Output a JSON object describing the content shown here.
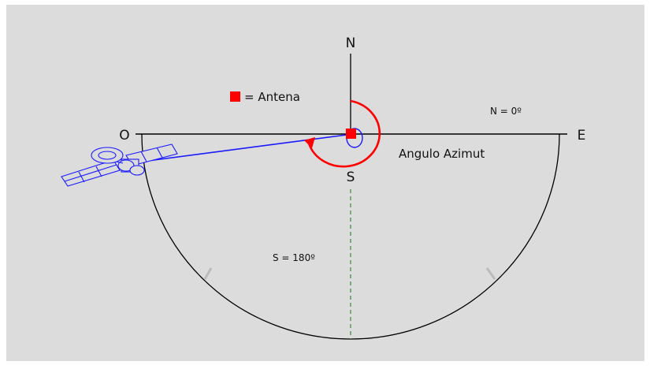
{
  "diagram": {
    "cardinals": {
      "north": "N",
      "south": "S",
      "east": "E",
      "west": "O"
    },
    "legend": {
      "marker_label": "= Antena"
    },
    "north_value": "N = 0º",
    "south_value": "S = 180º",
    "angle_label": "Angulo Azimut",
    "colors": {
      "background": "#dcdcdc",
      "antenna": "#ff0000",
      "arc": "#ff0000",
      "satellite": "#1a1aff",
      "baseline": "#000000",
      "south_line": "#2f8f2f"
    }
  }
}
